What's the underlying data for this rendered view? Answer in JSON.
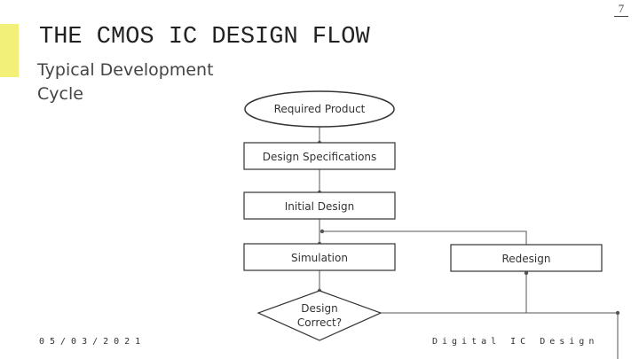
{
  "slide": {
    "title": "THE CMOS IC DESIGN FLOW",
    "subtitle": "Typical Development Cycle",
    "page_number": "7",
    "footer_date": "05/03/2021",
    "footer_course": "Digital IC Design"
  },
  "flowchart": {
    "nodes": {
      "required_product": "Required Product",
      "design_specifications": "Design Specifications",
      "initial_design": "Initial Design",
      "simulation": "Simulation",
      "redesign": "Redesign",
      "decision_line1": "Design",
      "decision_line2": "Correct?"
    }
  },
  "colors": {
    "accent": "#f3f07a",
    "line": "#555555"
  }
}
